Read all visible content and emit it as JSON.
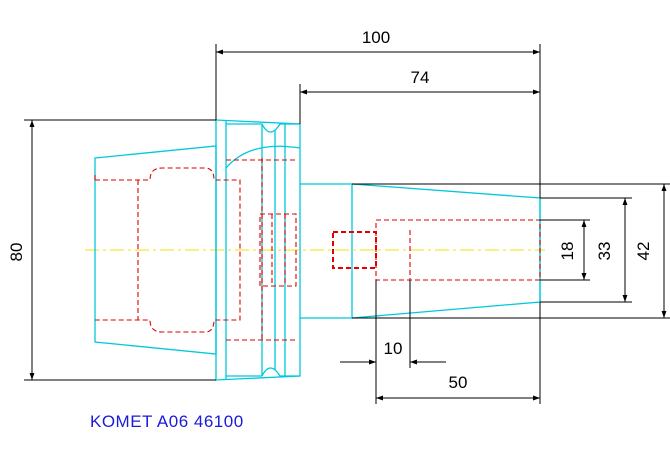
{
  "dimensions": {
    "overall_length": "100",
    "shank_length": "74",
    "flange_diameter": "80",
    "bore_length": "50",
    "pocket_depth": "10",
    "bore_diameter": "18",
    "hole_diameter": "33",
    "nose_diameter": "42"
  },
  "caption": "KOMET A06 46100",
  "colors": {
    "outline": "#00c8dc",
    "hidden": "#e00000",
    "centerline": "#f0e000",
    "dimension": "#000000",
    "caption": "#1a1ad8"
  }
}
